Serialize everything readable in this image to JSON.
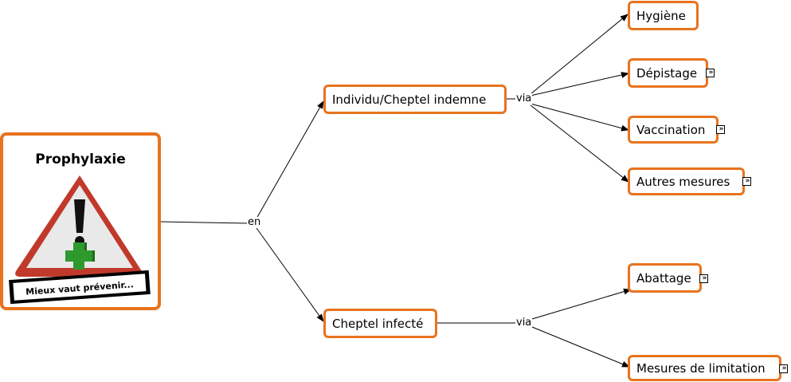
{
  "root": {
    "title": "Prophylaxie",
    "sign_text": "Mieux vaut prévenir..."
  },
  "links": {
    "en": "en",
    "via_top": "via",
    "via_bottom": "via"
  },
  "nodes": {
    "indemne": "Individu/Cheptel indemne",
    "infecte": "Cheptel infecté",
    "hygiene": "Hygiène",
    "depistage": "Dépistage",
    "vaccination": "Vaccination",
    "autres": "Autres mesures",
    "abattage": "Abattage",
    "limitation": "Mesures de limitation"
  },
  "colors": {
    "node_border": "#e8731e",
    "line": "#000000",
    "cross": "#2e9a2e",
    "triangle": "#c0392b"
  },
  "icons": {
    "more": "double-chevron-right-icon"
  }
}
